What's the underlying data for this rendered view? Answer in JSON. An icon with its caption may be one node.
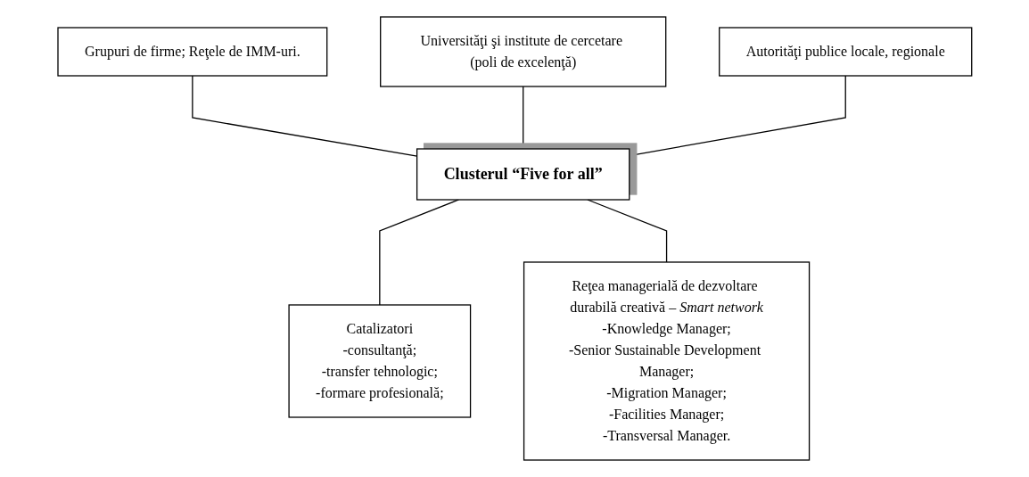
{
  "diagram": {
    "nodes": [
      {
        "text": [
          "Grupuri de firme; Reţele de IMM-uri."
        ]
      },
      {
        "text": [
          "Universităţi şi institute de cercetare (poli de excelenţă)"
        ]
      },
      {
        "text": [
          "Autorităţi publice locale, regionale"
        ]
      },
      {
        "text": [
          "Clusterul “Five for all”"
        ]
      },
      {
        "text": [
          "Catalizatori",
          "-consultanţă;",
          "-transfer tehnologic;",
          "-formare profesională;"
        ]
      },
      {
        "text": [
          "Reţea managerială de dezvoltare durabilă creativă – *Smart network*",
          "-Knowledge Manager;",
          "-Senior Sustainable Development Manager;",
          "-Migration Manager;",
          "-Facilities Manager;",
          "-Transversal Manager."
        ]
      }
    ],
    "edges": [
      {
        "from": 0,
        "to": 3,
        "arrow": "none"
      },
      {
        "from": 1,
        "to": 3,
        "arrow": "none"
      },
      {
        "from": 2,
        "to": 3,
        "arrow": "none"
      },
      {
        "from": 3,
        "to": 4,
        "arrow": "none"
      },
      {
        "from": 3,
        "to": 5,
        "arrow": "none"
      }
    ]
  }
}
